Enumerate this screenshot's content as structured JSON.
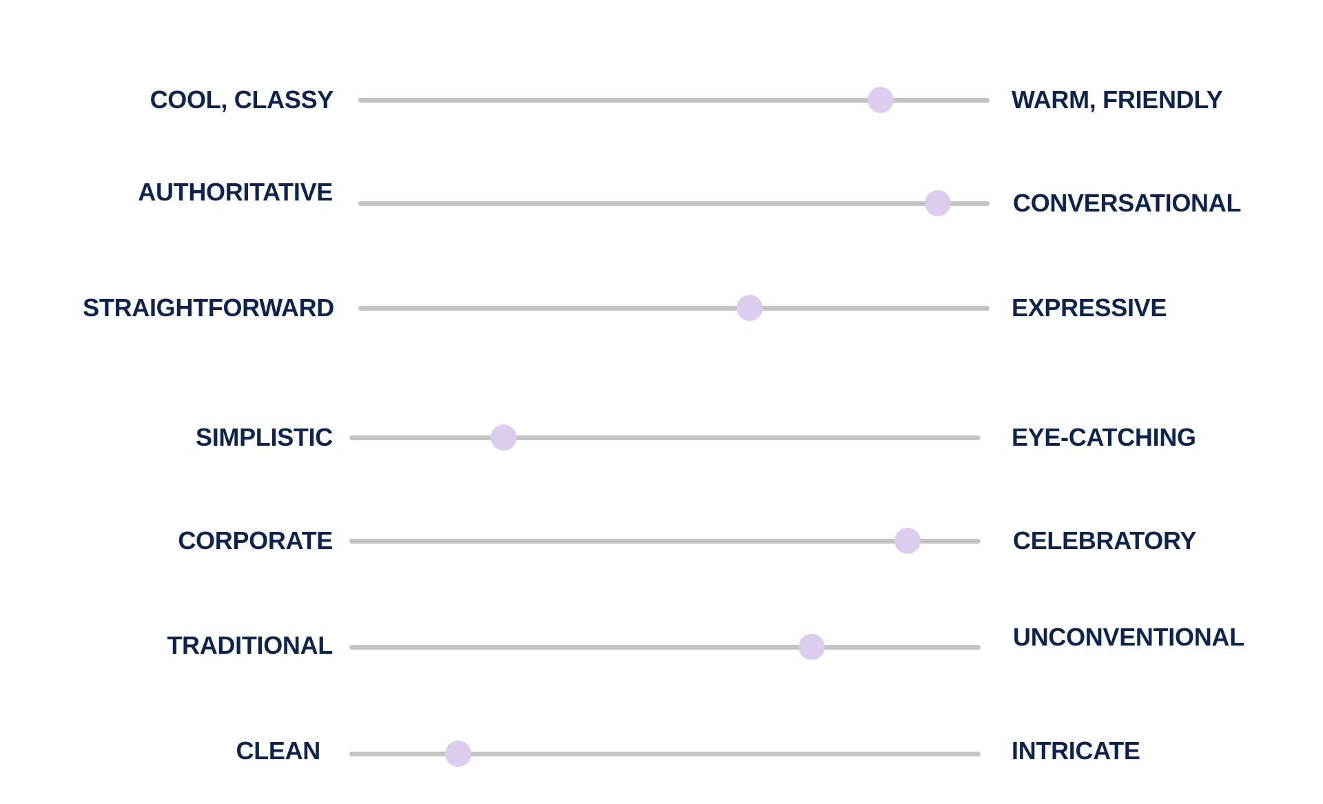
{
  "colors": {
    "text": "#0d2450",
    "track": "#c4c4c4",
    "thumb": "#dccdef",
    "background": "#ffffff"
  },
  "scales": [
    {
      "left_label": "COOL, CLASSY",
      "right_label": "WARM, FRIENDLY",
      "value": 0.827
    },
    {
      "left_label": "AUTHORITATIVE",
      "right_label": "CONVERSATIONAL",
      "value": 0.918
    },
    {
      "left_label": "STRAIGHTFORWARD",
      "right_label": "EXPRESSIVE",
      "value": 0.62
    },
    {
      "left_label": "SIMPLISTIC",
      "right_label": "EYE-CATCHING",
      "value": 0.245
    },
    {
      "left_label": "CORPORATE",
      "right_label": "CELEBRATORY",
      "value": 0.884
    },
    {
      "left_label": "TRADITIONAL",
      "right_label": "UNCONVENTIONAL",
      "value": 0.732
    },
    {
      "left_label": "CLEAN",
      "right_label": "INTRICATE",
      "value": 0.173
    }
  ]
}
